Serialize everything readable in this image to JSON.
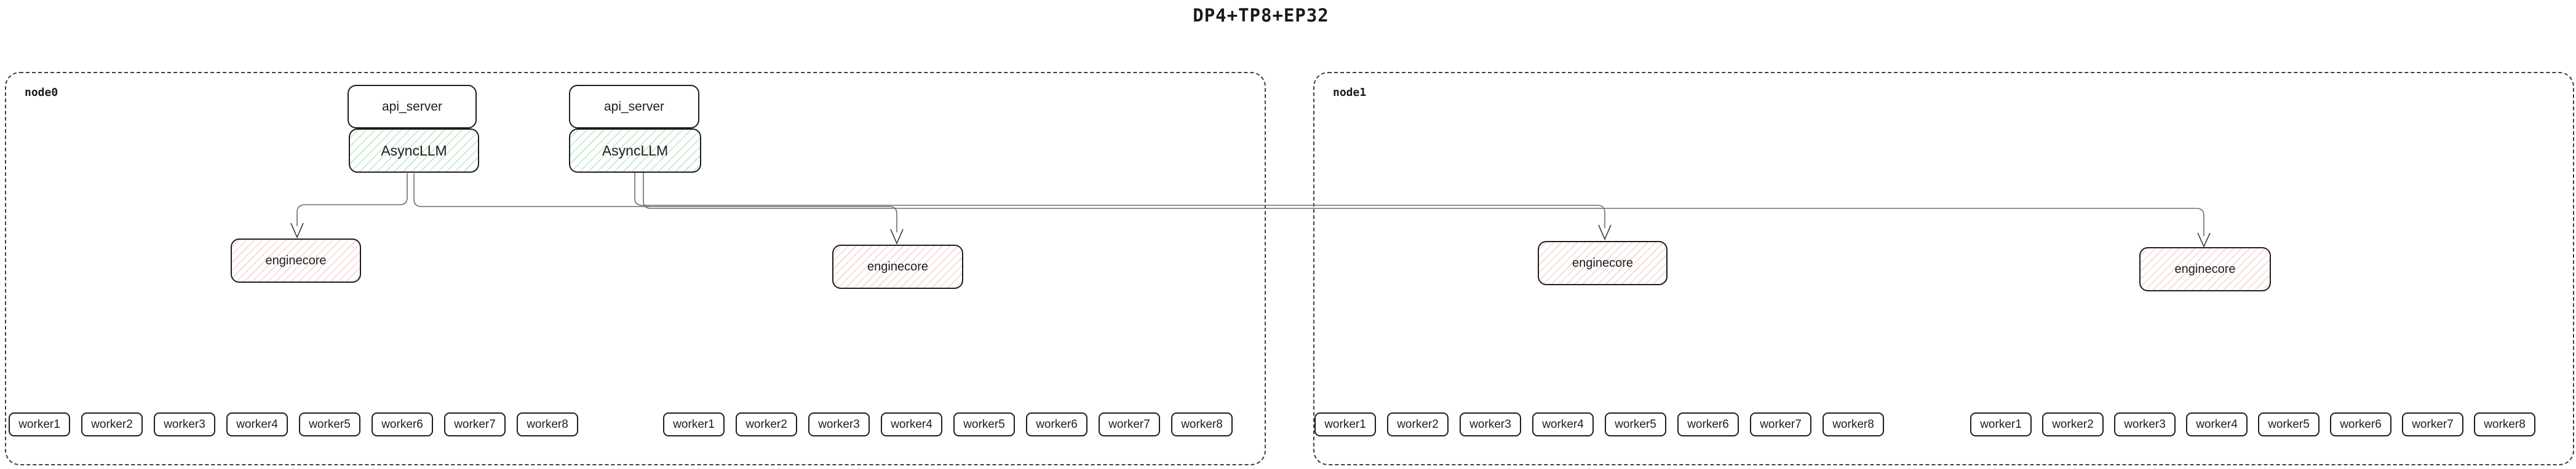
{
  "title": "DP4+TP8+EP32",
  "colors": {
    "box_border": "#1e1e1e",
    "node_border": "#3f3f3f",
    "green_hatch": "#b9e8c8",
    "red_hatch": "#f6cbc8",
    "wire": "#6e6e6e",
    "arrowhead": "#3a3a3a",
    "text": "#1e1e1e",
    "background": "#ffffff"
  },
  "nodes": [
    {
      "label": "node0",
      "frontends": [
        {
          "api_server": "api_server",
          "asyncllm": "AsyncLLM"
        },
        {
          "api_server": "api_server",
          "asyncllm": "AsyncLLM"
        }
      ],
      "enginecores": [
        "enginecore",
        "enginecore"
      ],
      "worker_groups": [
        [
          "worker1",
          "worker2",
          "worker3",
          "worker4",
          "worker5",
          "worker6",
          "worker7",
          "worker8"
        ],
        [
          "worker1",
          "worker2",
          "worker3",
          "worker4",
          "worker5",
          "worker6",
          "worker7",
          "worker8"
        ]
      ]
    },
    {
      "label": "node1",
      "frontends": [],
      "enginecores": [
        "enginecore",
        "enginecore"
      ],
      "worker_groups": [
        [
          "worker1",
          "worker2",
          "worker3",
          "worker4",
          "worker5",
          "worker6",
          "worker7",
          "worker8"
        ],
        [
          "worker1",
          "worker2",
          "worker3",
          "worker4",
          "worker5",
          "worker6",
          "worker7",
          "worker8"
        ]
      ]
    }
  ],
  "edges": [
    {
      "from": "asyncllm-1",
      "to": "enginecore-1"
    },
    {
      "from": "asyncllm-1",
      "to": "enginecore-2"
    },
    {
      "from": "asyncllm-2",
      "to": "enginecore-3"
    },
    {
      "from": "asyncllm-2",
      "to": "enginecore-4"
    }
  ]
}
